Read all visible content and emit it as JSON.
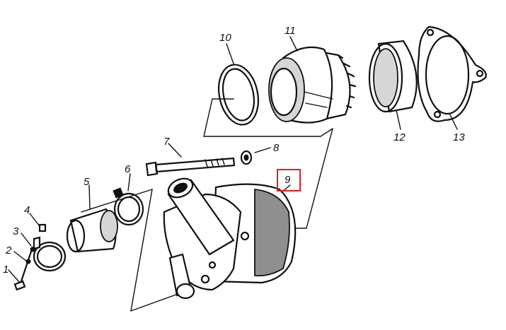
{
  "callouts": [
    {
      "id": "1",
      "label": "1"
    },
    {
      "id": "2",
      "label": "2"
    },
    {
      "id": "3",
      "label": "3"
    },
    {
      "id": "4",
      "label": "4"
    },
    {
      "id": "5",
      "label": "5"
    },
    {
      "id": "6",
      "label": "6"
    },
    {
      "id": "7",
      "label": "7"
    },
    {
      "id": "8",
      "label": "8"
    },
    {
      "id": "9",
      "label": "9"
    },
    {
      "id": "10",
      "label": "10"
    },
    {
      "id": "11",
      "label": "11"
    },
    {
      "id": "12",
      "label": "12"
    },
    {
      "id": "13",
      "label": "13"
    }
  ],
  "highlight": {
    "target": "9",
    "color": "#e02020"
  }
}
